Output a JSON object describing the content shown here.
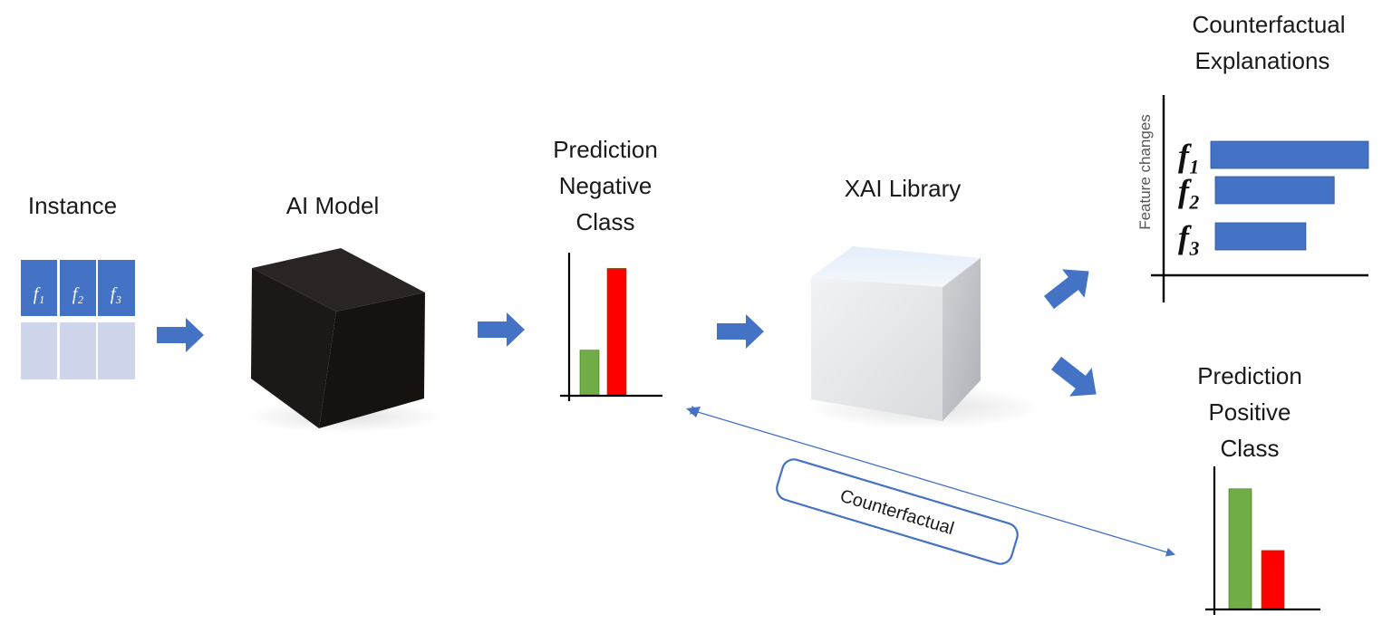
{
  "instance": {
    "label": "Instance",
    "features": [
      "f₁",
      "f₂",
      "f₃"
    ]
  },
  "model": {
    "label": "AI Model"
  },
  "prediction_negative": {
    "line1": "Prediction",
    "class_word": "Negative",
    "line3": "Class",
    "class_color": "#ff0000",
    "bars": [
      {
        "color": "#70ad47",
        "level": 0.34
      },
      {
        "color": "#ff0000",
        "level": 0.95
      }
    ]
  },
  "xai": {
    "label": "XAI Library"
  },
  "explanations": {
    "title_line1": "Counterfactual",
    "title_line2": "Explanations",
    "axis_label": "Feature changes",
    "features": [
      {
        "label": "f₁",
        "value": 1.0
      },
      {
        "label": "f₂",
        "value": 0.76
      },
      {
        "label": "f₃",
        "value": 0.58
      }
    ],
    "bar_color": "#4472c4"
  },
  "prediction_positive": {
    "line1": "Prediction",
    "class_word": "Positive",
    "line3": "Class",
    "class_color": "#70ad47",
    "bars": [
      {
        "color": "#70ad47",
        "level": 0.9
      },
      {
        "color": "#ff0000",
        "level": 0.44
      }
    ]
  },
  "counterfactual_link": {
    "label": "Counterfactual"
  },
  "colors": {
    "arrow": "#4472c4",
    "table_header": "#4472c4",
    "table_body": "#cfd5ea",
    "black_cube": "#1e1a18",
    "white_cube": "#eef0f2"
  }
}
